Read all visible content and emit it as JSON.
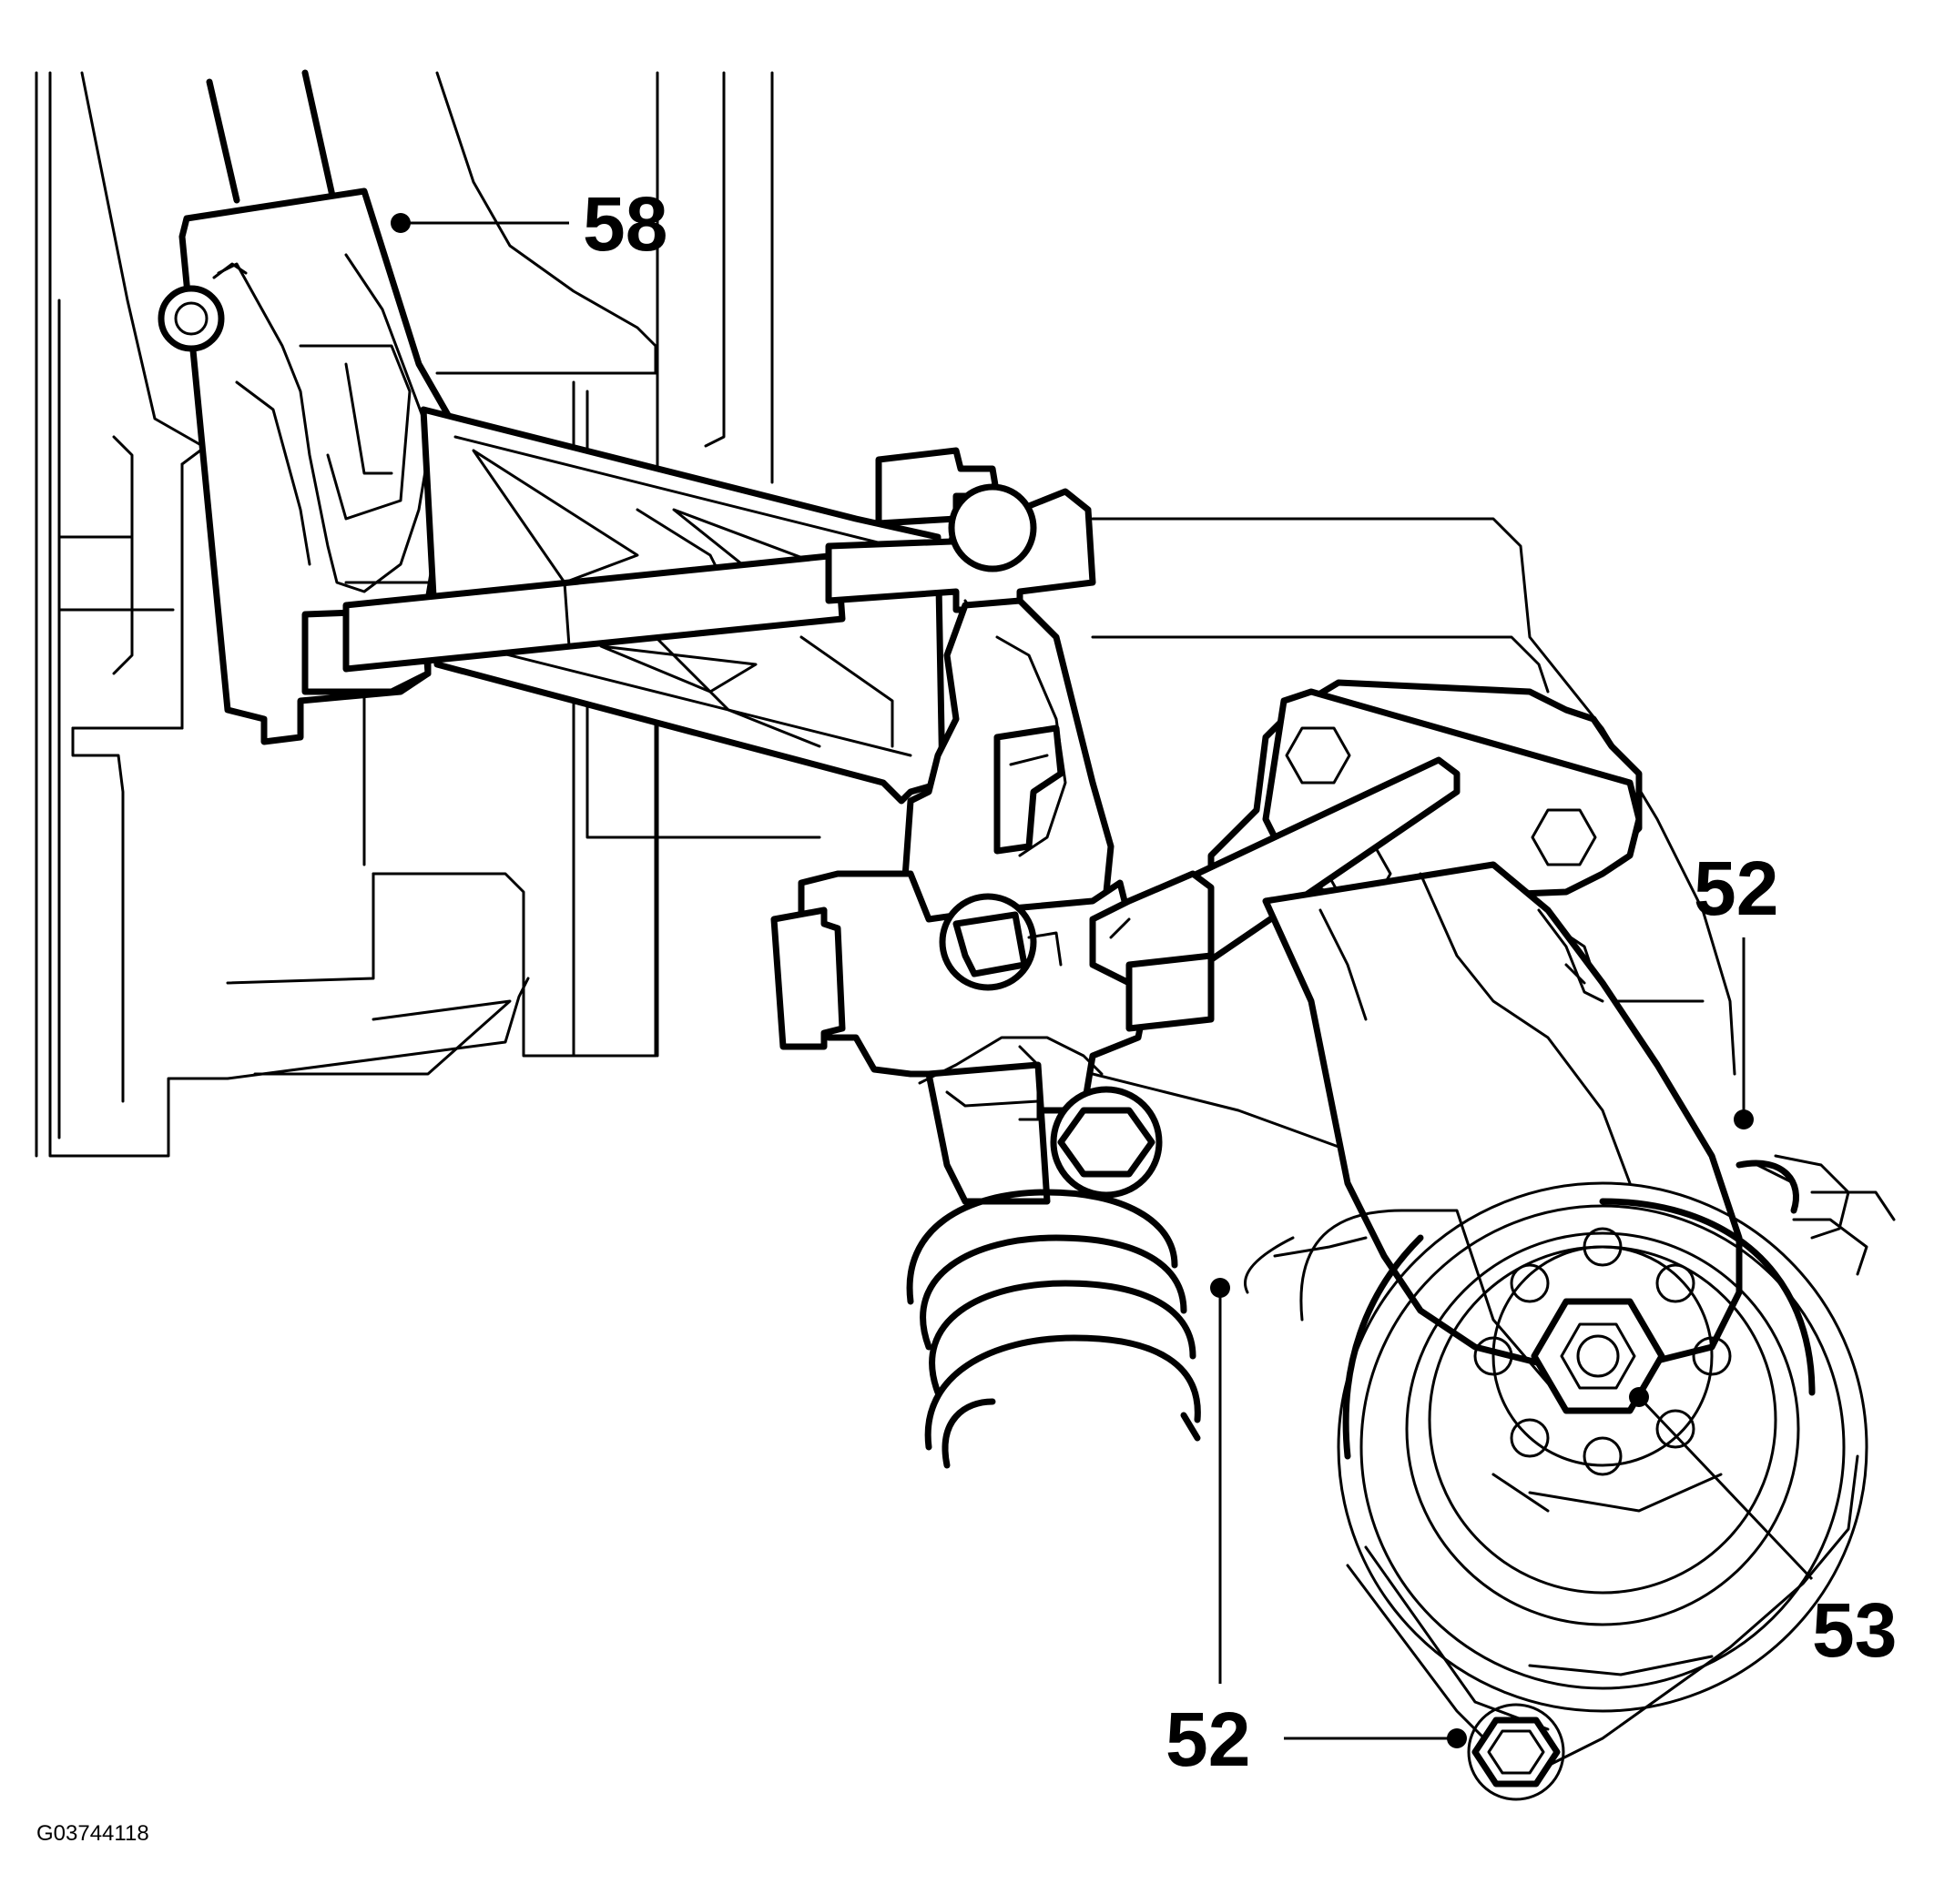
{
  "figure_id": "G03744118",
  "callouts": [
    {
      "id": "callout-58",
      "label": "58"
    },
    {
      "id": "callout-52-top-right",
      "label": "52"
    },
    {
      "id": "callout-52-center",
      "label": "52"
    },
    {
      "id": "callout-52-bottom",
      "label": "52"
    },
    {
      "id": "callout-53",
      "label": "53"
    }
  ]
}
